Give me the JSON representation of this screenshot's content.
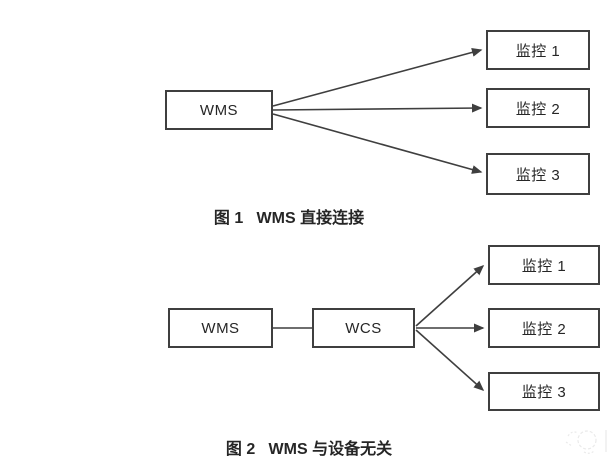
{
  "figure1": {
    "source_label": "WMS",
    "targets": [
      "监控 1",
      "监控 2",
      "监控 3"
    ],
    "caption": "图 1   WMS 直接连接"
  },
  "figure2": {
    "source_label": "WMS",
    "controller_label": "WCS",
    "targets": [
      "监控 1",
      "监控 2",
      "监控 3"
    ],
    "caption": "图 2   WMS 与设备无关"
  },
  "colors": {
    "line": "#3f3f3f",
    "border": "#3f3f3f",
    "text": "#262626",
    "watermark": "#d9d9d9",
    "background": "#ffffff"
  }
}
